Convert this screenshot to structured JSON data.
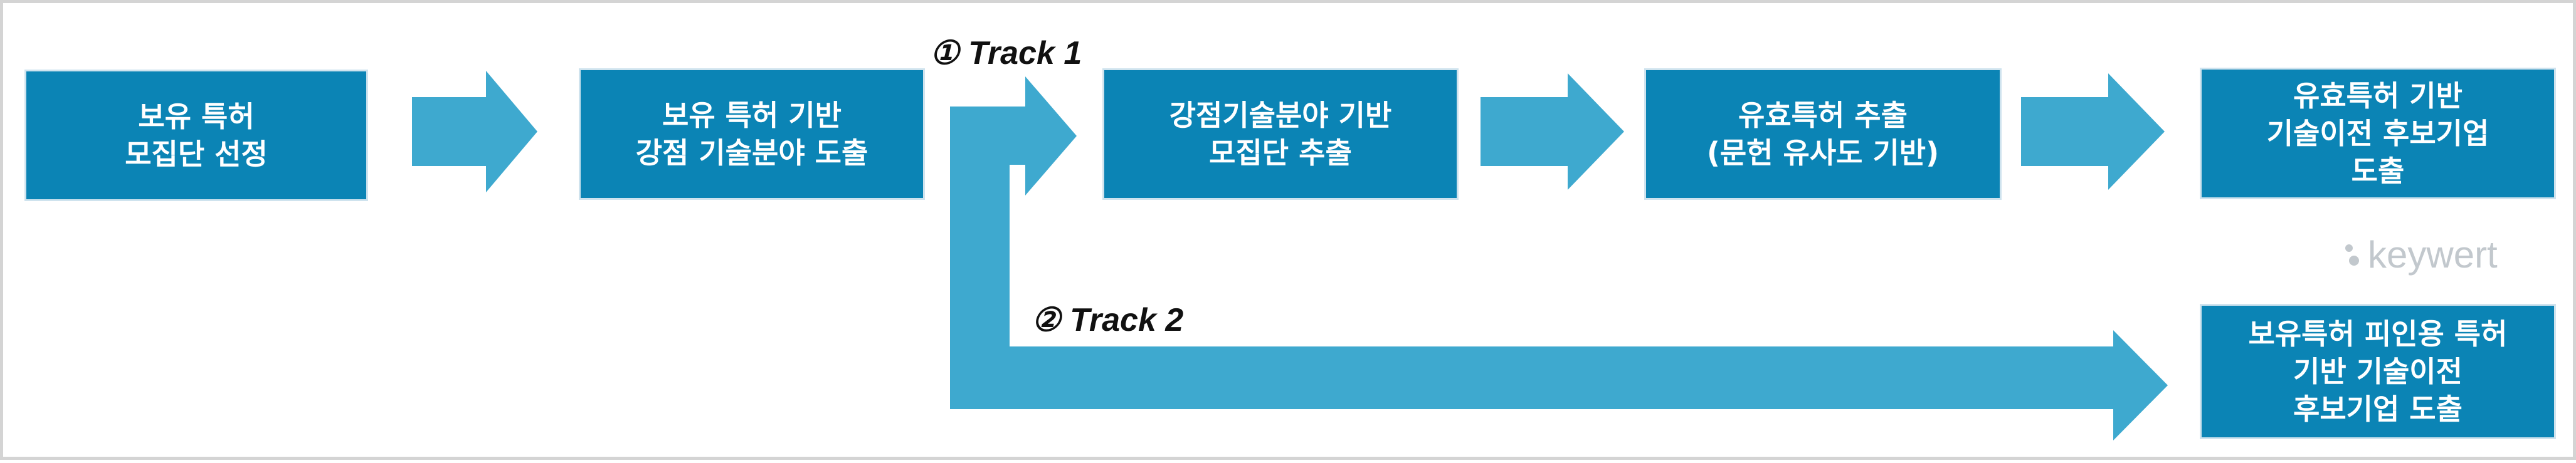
{
  "boxes": {
    "b1": "보유 특허\n모집단 선정",
    "b2": "보유 특허 기반\n강점 기술분야 도출",
    "b3": "강점기술분야 기반\n모집단 추출",
    "b4": "유효특허 추출\n(문헌 유사도 기반)",
    "b5": "유효특허 기반\n기술이전 후보기업\n도출",
    "b6": "보유특허 피인용 특허\n기반 기술이전\n후보기업 도출"
  },
  "tracks": {
    "track1": "① Track 1",
    "track2": "② Track 2"
  },
  "logo": {
    "text": "keywert"
  },
  "colors": {
    "box": "#0b84b5",
    "arrow": "#3ea9cf",
    "frame": "#d4d4d4"
  }
}
